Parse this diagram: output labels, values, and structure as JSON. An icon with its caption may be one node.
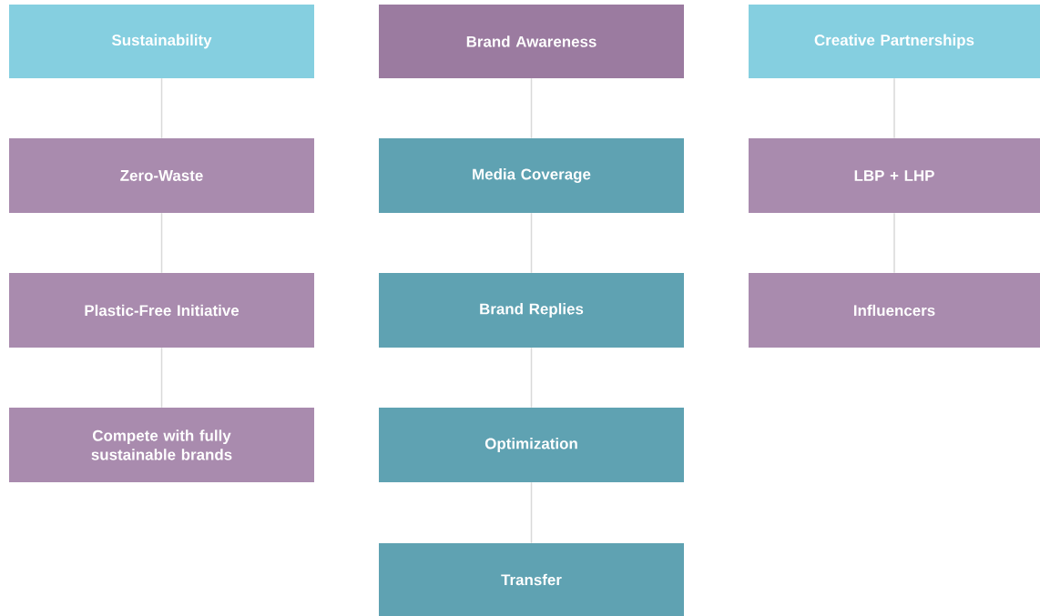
{
  "diagram": {
    "nodes": [
      {
        "text": [
          "Sustainability"
        ]
      },
      {
        "text": [
          "Zero-Waste"
        ]
      },
      {
        "text": [
          "Plastic-Free Initiative"
        ]
      },
      {
        "text": [
          "Compete with fully sustainable brands"
        ]
      },
      {
        "text": [
          "Brand Awareness"
        ]
      },
      {
        "text": [
          "Media Coverage"
        ]
      },
      {
        "text": [
          "Brand Replies"
        ]
      },
      {
        "text": [
          "Optimization"
        ]
      },
      {
        "text": [
          "Transfer"
        ]
      },
      {
        "text": [
          "Creative Partnerships"
        ]
      },
      {
        "text": [
          "LBP + LHP"
        ]
      },
      {
        "text": [
          "Influencers"
        ]
      }
    ],
    "edges": [
      {
        "from": 0,
        "to": 1,
        "arrow": "none"
      },
      {
        "from": 1,
        "to": 2,
        "arrow": "none"
      },
      {
        "from": 2,
        "to": 3,
        "arrow": "none"
      },
      {
        "from": 4,
        "to": 5,
        "arrow": "none"
      },
      {
        "from": 5,
        "to": 6,
        "arrow": "none"
      },
      {
        "from": 6,
        "to": 7,
        "arrow": "none"
      },
      {
        "from": 7,
        "to": 8,
        "arrow": "none"
      },
      {
        "from": 9,
        "to": 10,
        "arrow": "none"
      },
      {
        "from": 10,
        "to": 11,
        "arrow": "none"
      }
    ]
  }
}
